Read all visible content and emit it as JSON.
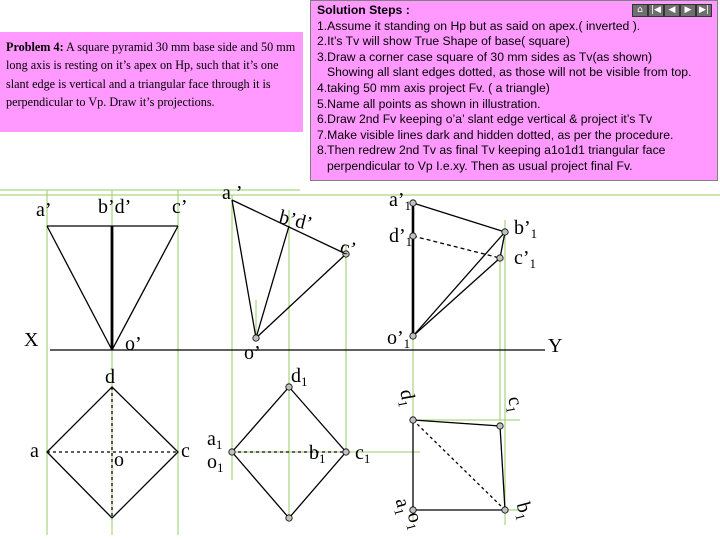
{
  "problem": {
    "title": "Problem 4:",
    "text": "A square pyramid 30 mm base side and 50 mm long axis is resting on it’s apex on Hp, such that it’s one slant edge is vertical and a triangular face through it is perpendicular to Vp. Draw it’s projections."
  },
  "steps": {
    "title": "Solution Steps :",
    "lines": [
      "1.Assume it standing on Hp but as said on apex.( inverted ).",
      "2.It’s Tv will show True Shape of base( square)",
      "3.Draw a corner case square of 30 mm sides as Tv(as shown)",
      "Showing all slant edges dotted, as those will not be visible from top.",
      "4.taking 50 mm axis project Fv. ( a triangle)",
      "5.Name all points as shown in illustration.",
      "6.Draw 2nd Fv keeping o’a’ slant edge vertical & project it’s Tv",
      "7.Make visible lines dark and hidden dotted, as per the procedure.",
      "8.Then redrew 2nd Tv as final Tv keeping a1o1d1 triangular face",
      "perpendicular to Vp I.e.xy. Then as usual project final Fv."
    ]
  },
  "nav_buttons": [
    "home",
    "first",
    "previous",
    "next",
    "last"
  ],
  "nav_glyphs": [
    "⌂",
    "|◀",
    "◀",
    "▶",
    "▶|"
  ],
  "labels": {
    "fv1_a": "a’",
    "fv1_bd": "b’d’",
    "fv1_c": "c’",
    "x": "X",
    "y": "Y",
    "fv1_o": "o’",
    "fv2_a": "a ’",
    "fv2_bd": "b’d’",
    "fv2_c": "c’",
    "fv2_o": "o’",
    "fv3_a": "a’",
    "fv3_a_sub": "1",
    "fv3_d": "d’",
    "fv3_d_sub": "1",
    "fv3_b": "b’",
    "fv3_b_sub": "1",
    "fv3_c": "c’",
    "fv3_c_sub": "1",
    "fv3_o": "o’",
    "fv3_o_sub": "1",
    "tv1_d": "d",
    "tv1_a": "a",
    "tv1_o": "o",
    "tv1_c": "c",
    "tv2_a": "a",
    "tv2_a_sub": "1",
    "tv2_o": "o",
    "tv2_o_sub": "1",
    "tv2_d": "d",
    "tv2_d_sub": "1",
    "tv2_b": "b",
    "tv2_b_sub": "1",
    "tv2_c": "c",
    "tv2_c_sub": "1",
    "tv3_d": "d",
    "tv3_d_sub": "1",
    "tv3_c": "c",
    "tv3_c_sub": "1",
    "tv3_a": "a",
    "tv3_a_sub": "1",
    "tv3_o": "o",
    "tv3_o_sub": "1",
    "tv3_b": "b",
    "tv3_b_sub": "1"
  },
  "colors": {
    "box_fill": "#ff99ff",
    "construction_line": "#99cc66",
    "point_fill": "#c0c0c0",
    "drawing_line": "#000000"
  }
}
